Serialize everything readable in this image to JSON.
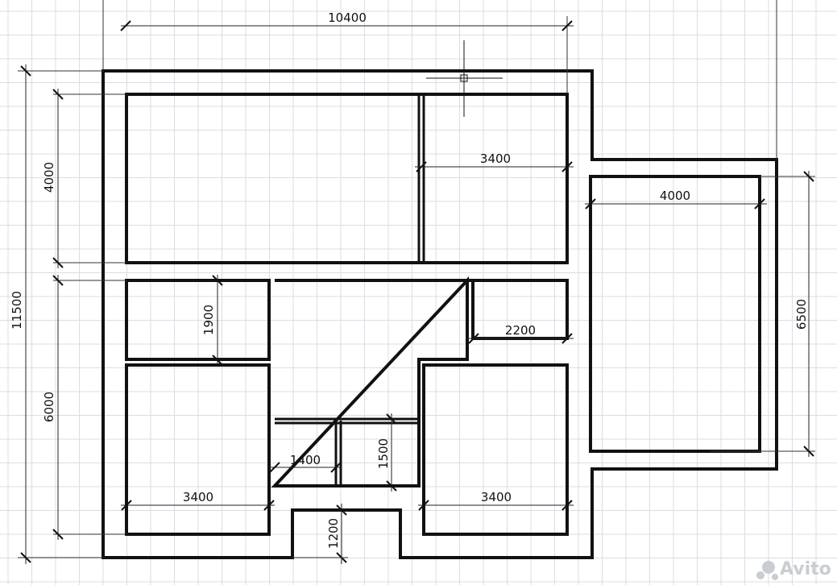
{
  "dimensions": {
    "overall_width": "10400",
    "overall_height": "11500",
    "top_zone_height": "4000",
    "bottom_zone_height": "6000",
    "top_right_room_width": "3400",
    "annex_width": "4000",
    "annex_height": "6500",
    "left_small_room_height": "1900",
    "right_small_room_width": "2200",
    "bath_width": "1400",
    "bath_height": "1500",
    "bottom_left_room_width": "3400",
    "bottom_right_room_width": "3400",
    "porch_depth": "1200"
  },
  "watermark": "Avito"
}
